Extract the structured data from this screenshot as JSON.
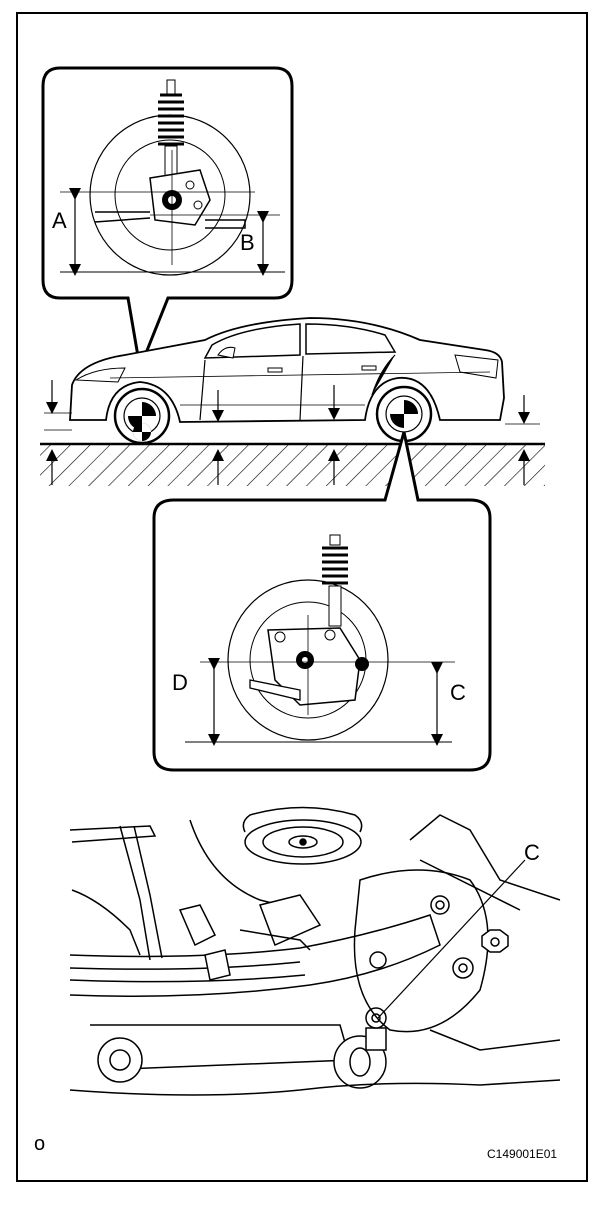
{
  "labels": {
    "a": "A",
    "b": "B",
    "c": "C",
    "d": "D",
    "c_callout": "C",
    "corner_mark": "o",
    "figure_code": "C149001E01"
  }
}
